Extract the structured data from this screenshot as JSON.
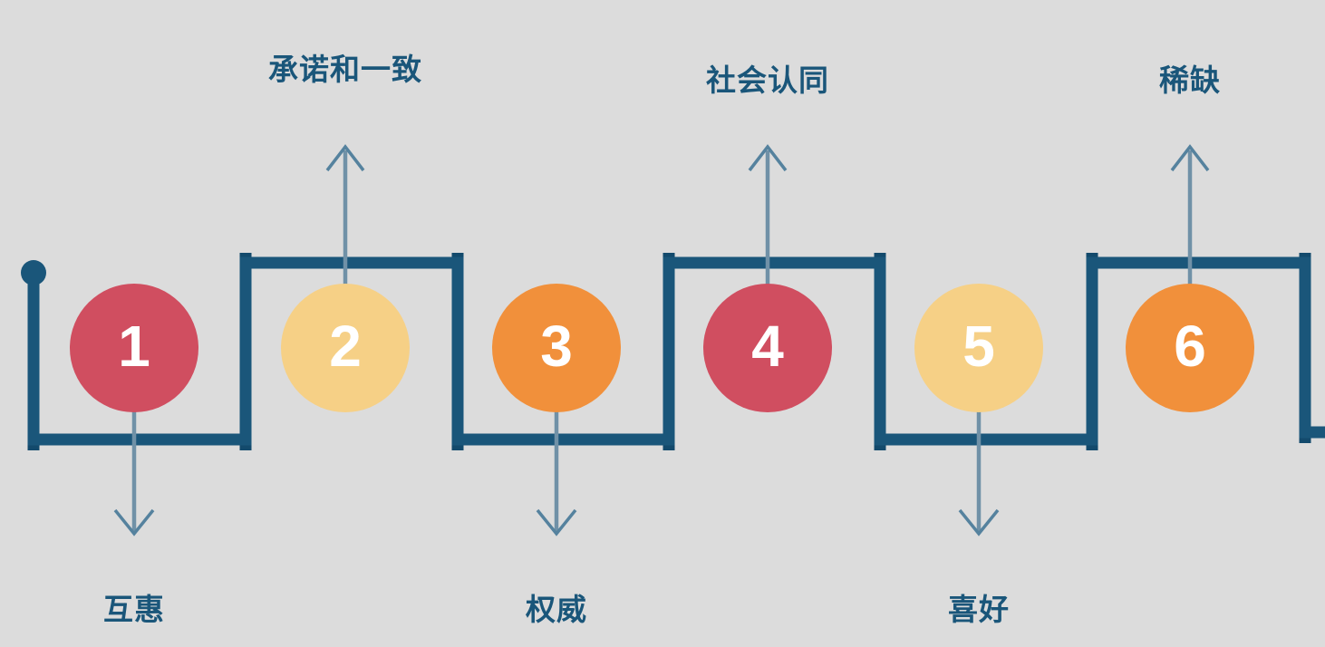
{
  "palette": {
    "background": "#dcdcdc",
    "flow_line": "#1a567a",
    "flow_line_cap": "#134a6c",
    "arrow_shaft": "#7091a7",
    "arrow_head": "#55829e",
    "label_text": "#1a567a",
    "number_text": "#ffffff",
    "circle_red": "#d04e60",
    "circle_yellow": "#f6d086",
    "circle_orange": "#f1903b"
  },
  "steps": [
    {
      "number": "1",
      "label": "互惠",
      "label_position": "below",
      "color": "#d04e60"
    },
    {
      "number": "2",
      "label": "承诺和一致",
      "label_position": "above",
      "color": "#f6d086"
    },
    {
      "number": "3",
      "label": "权威",
      "label_position": "below",
      "color": "#f1903b"
    },
    {
      "number": "4",
      "label": "社会认同",
      "label_position": "above",
      "color": "#d04e60"
    },
    {
      "number": "5",
      "label": "喜好",
      "label_position": "below",
      "color": "#f6d086"
    },
    {
      "number": "6",
      "label": "稀缺",
      "label_position": "above",
      "color": "#f1903b"
    }
  ]
}
